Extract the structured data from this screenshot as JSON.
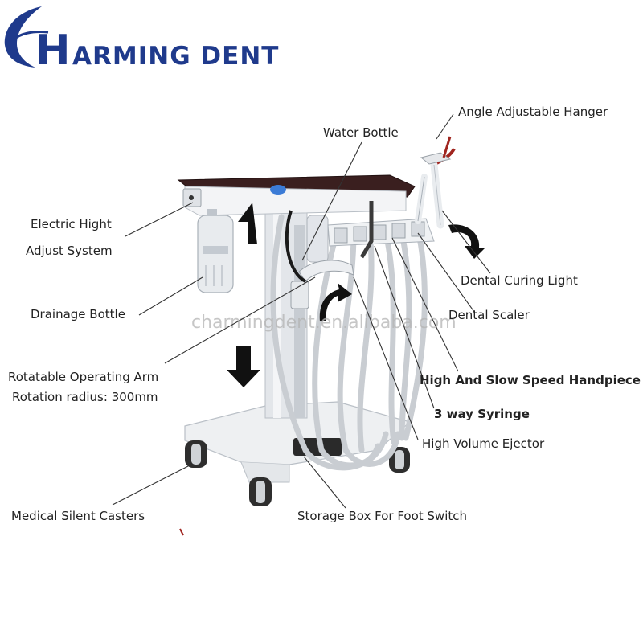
{
  "brand": {
    "logo_letter": "C",
    "logo_big": "H",
    "logo_rest": "ARMING DENT",
    "color": "#1f3a8c"
  },
  "watermark": "charmingdent.en.alibaba.com",
  "labels": {
    "angle_hanger": "Angle Adjustable Hanger",
    "water_bottle": "Water Bottle",
    "electric_1": "Electric Hight",
    "electric_2": "Adjust System",
    "curing_light": "Dental Curing Light",
    "drainage": "Drainage Bottle",
    "scaler": "Dental Scaler",
    "arm_1": "Rotatable Operating Arm",
    "arm_2": "Rotation radius: 300mm",
    "handpiece": "High And Slow Speed Handpiece",
    "syringe": "3 way Syringe",
    "ejector": "High Volume Ejector",
    "casters": "Medical Silent Casters",
    "storage": "Storage Box For Foot Switch"
  },
  "colors": {
    "tray_top": "#3a1f1f",
    "frame": "#e9ecef",
    "frame_edge": "#b9bfc6",
    "tube": "#c9cdd2",
    "arrow": "#111111",
    "curing_tip": "#a0251f"
  }
}
